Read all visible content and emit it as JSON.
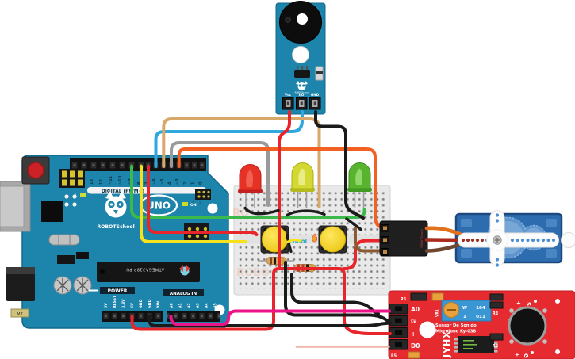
{
  "colors": {
    "arduino_board": "#1d84ac",
    "buzzer_board": "#1d84ac",
    "sensor_board": "#e52b30",
    "servo_body": "#2e6cb0",
    "breadboard": "#e9e9e9",
    "button_cap": "#f7d51d",
    "led_red": "#e63224",
    "led_yellow": "#d3d832",
    "led_green": "#57b42c",
    "wire_red": "#e8252a",
    "wire_yellow": "#f5e11c",
    "wire_green": "#3cb94b",
    "wire_blue": "#2fa8e0",
    "wire_tan": "#d8a86a",
    "wire_gray": "#9a9a9a",
    "wire_orange": "#f26122",
    "wire_black": "#1b1b1b",
    "wire_magenta": "#ec1588",
    "wire_brown": "#8a5a33",
    "wire_salmon": "#f2b3a9"
  },
  "arduino": {
    "brand": "ROBOTSchool",
    "model": "UNO",
    "digital_section_label": "DIGITAL (PWM~)",
    "digital_pins_left": [
      "AREF",
      "GND",
      "13",
      "12",
      "~11",
      "~10",
      "~9",
      "8"
    ],
    "digital_pins_right": [
      "7",
      "~6",
      "~5",
      "4",
      "~3",
      "2",
      "1",
      "0"
    ],
    "tx_label": "TX",
    "rx_label": "RX",
    "on_label": "ON",
    "l_label": "L",
    "m7_label": "M7",
    "power_section_label": "POWER",
    "power_pins": [
      "5V",
      "RESET",
      "3.3V",
      "5V",
      "GND",
      "GND",
      "VIN"
    ],
    "analog_section_label": "ANALOG IN",
    "analog_pins": [
      "A0",
      "A1",
      "A2",
      "A3",
      "A4",
      "A5"
    ],
    "mcu_text": "ATMEGA328P-PU"
  },
  "buzzer": {
    "brand": "ROBOTSchool",
    "pin_labels": [
      "Vcc",
      "I/O",
      "GND"
    ]
  },
  "breadboard": {
    "watermark_ro": "RO",
    "watermark_robo": "ROBO",
    "watermark_school": "school"
  },
  "servo_connector": {
    "brand": "ROBOTSchool"
  },
  "sound_sensor": {
    "title_line1": "Sensor De Sonido",
    "title_line2": "Microfono Ky-038",
    "brand_vertical": "JYHX",
    "pin_labels": [
      "A0",
      "G",
      "+",
      "D0"
    ],
    "ref_r6": "R6",
    "ref_vr1": "VR1",
    "ref_r3": "R3",
    "ref_r2": "R2",
    "ref_r5": "R5",
    "trimmer_w": "W",
    "trimmer_code_top": "104",
    "trimmer_one": "1",
    "trimmer_code_bottom": "011",
    "mic_top_plus": "+",
    "mic_top_s": "S",
    "mic_bottom_plus": "+",
    "mic_bottom_g": "G"
  },
  "wires": [
    {
      "color": "green",
      "hex": "#3cb94b",
      "from": "Arduino pin ~9",
      "to": "breadboard green LED row"
    },
    {
      "color": "yellow",
      "hex": "#f5e11c",
      "from": "Arduino pin 8",
      "to": "breadboard left button"
    },
    {
      "color": "red",
      "hex": "#e8252a",
      "from": "Arduino pin 7",
      "to": "breadboard left button"
    },
    {
      "color": "blue",
      "hex": "#2fa8e0",
      "from": "Arduino pin ~6",
      "to": "buzzer I/O"
    },
    {
      "color": "tan",
      "hex": "#d8a86a",
      "from": "Arduino pin ~5",
      "to": "breadboard right button"
    },
    {
      "color": "gray",
      "hex": "#9a9a9a",
      "from": "Arduino pin 4",
      "to": "breadboard red LED row"
    },
    {
      "color": "orange",
      "hex": "#f26122",
      "from": "Arduino pin ~3",
      "to": "servo connector signal"
    },
    {
      "color": "red",
      "hex": "#e8252a",
      "from": "Buzzer Vcc",
      "to": "breadboard power rail"
    },
    {
      "color": "black",
      "hex": "#1b1b1b",
      "from": "Buzzer GND",
      "to": "breadboard ground rows"
    },
    {
      "color": "red",
      "hex": "#e8252a",
      "from": "Arduino 5V",
      "to": "breadboard power rail"
    },
    {
      "color": "black",
      "hex": "#1b1b1b",
      "from": "Arduino GND",
      "to": "sound sensor G"
    },
    {
      "color": "magenta",
      "hex": "#ec1588",
      "from": "Arduino A0",
      "to": "sound sensor A0"
    },
    {
      "color": "red",
      "hex": "#e8252a",
      "from": "breadboard power rail",
      "to": "sound sensor +"
    },
    {
      "color": "red",
      "hex": "#e8252a",
      "from": "breadboard power rail",
      "to": "servo connector power"
    },
    {
      "color": "brown",
      "hex": "#8a5a33",
      "from": "breadboard",
      "to": "servo connector ground"
    },
    {
      "color": "salmon",
      "hex": "#f2b3a9",
      "from": "sound sensor D0",
      "to": "unconnected lead"
    }
  ]
}
